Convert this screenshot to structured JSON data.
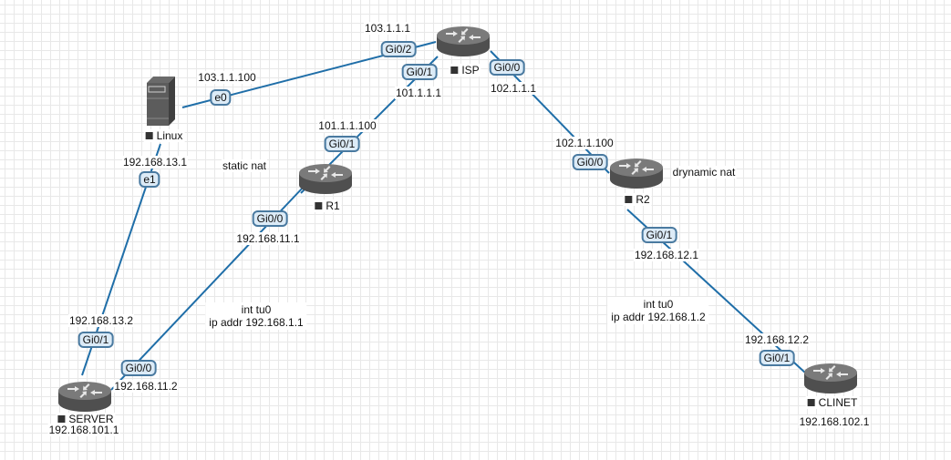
{
  "colors": {
    "link": "#1f6ea8",
    "pill_bg": "#dcebf7",
    "pill_border": "#4a7aa0",
    "device": "#5c5c5c"
  },
  "devices": [
    {
      "id": "ISP",
      "name": "ISP",
      "type": "router"
    },
    {
      "id": "R1",
      "name": "R1",
      "type": "router"
    },
    {
      "id": "R2",
      "name": "R2",
      "type": "router"
    },
    {
      "id": "SERVER",
      "name": "SERVER",
      "type": "router",
      "subnet": "192.168.101.1"
    },
    {
      "id": "CLINET",
      "name": "CLINET",
      "type": "router",
      "subnet": "192.168.102.1"
    },
    {
      "id": "Linux",
      "name": "Linux",
      "type": "server"
    }
  ],
  "links": [
    {
      "a": "Linux",
      "b": "ISP",
      "a_if": "e0",
      "a_ip": "103.1.1.100",
      "b_if": "Gi0/2",
      "b_ip": "103.1.1.1"
    },
    {
      "a": "ISP",
      "b": "R1",
      "a_if": "Gi0/1",
      "a_ip": "101.1.1.1",
      "b_if": "Gi0/1",
      "b_ip": "101.1.1.100"
    },
    {
      "a": "ISP",
      "b": "R2",
      "a_if": "Gi0/0",
      "a_ip": "102.1.1.1",
      "b_if": "Gi0/0",
      "b_ip": "102.1.1.100"
    },
    {
      "a": "Linux",
      "b": "SERVER",
      "a_if": "e1",
      "a_ip": "192.168.13.1",
      "b_if": "Gi0/1",
      "b_ip": "192.168.13.2"
    },
    {
      "a": "R1",
      "b": "SERVER",
      "a_if": "Gi0/0",
      "a_ip": "192.168.11.1",
      "b_if": "Gi0/0",
      "b_ip": "192.168.11.2"
    },
    {
      "a": "R2",
      "b": "CLINET",
      "a_if": "Gi0/1",
      "a_ip": "192.168.12.1",
      "b_if": "Gi0/1",
      "b_ip": "192.168.12.2"
    }
  ],
  "notes": {
    "r1_nat": "static nat",
    "r2_nat": "drynamic nat",
    "tunnel_r1_line1": "int tu0",
    "tunnel_r1_line2": "ip addr 192.168.1.1",
    "tunnel_r2_line1": "int tu0",
    "tunnel_r2_line2": "ip addr 192.168.1.2"
  }
}
